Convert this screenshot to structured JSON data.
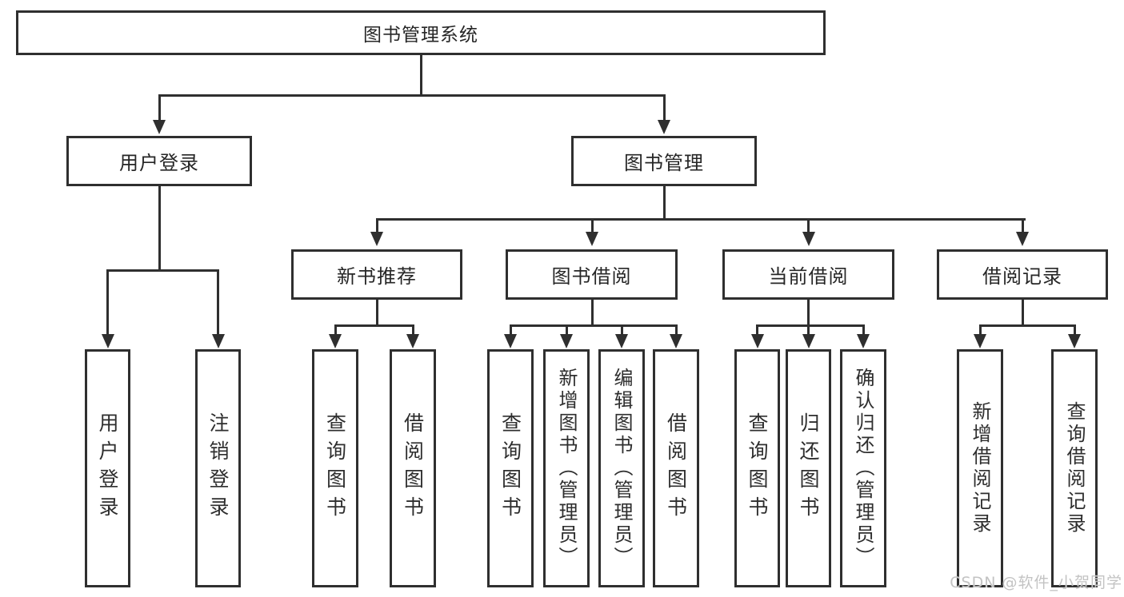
{
  "tree": {
    "root": "图书管理系统",
    "branches": [
      {
        "label": "用户登录",
        "children": [
          "用户登录",
          "注销登录"
        ]
      },
      {
        "label": "图书管理",
        "children": [
          {
            "label": "新书推荐",
            "children": [
              "查询图书",
              "借阅图书"
            ]
          },
          {
            "label": "图书借阅",
            "children": [
              "查询图书",
              "新增图书（管理员）",
              "编辑图书（管理员）",
              "借阅图书"
            ]
          },
          {
            "label": "当前借阅",
            "children": [
              "查询图书",
              "归还图书",
              "确认归还（管理员）"
            ]
          },
          {
            "label": "借阅记录",
            "children": [
              "新增借阅记录",
              "查询借阅记录"
            ]
          }
        ]
      }
    ]
  },
  "watermark": "CSDN @软件_小贺同学",
  "colors": {
    "line": "#2f2f2f",
    "text": "#262626",
    "box_background": "#ffffff",
    "watermark": "#c3c3c3"
  }
}
